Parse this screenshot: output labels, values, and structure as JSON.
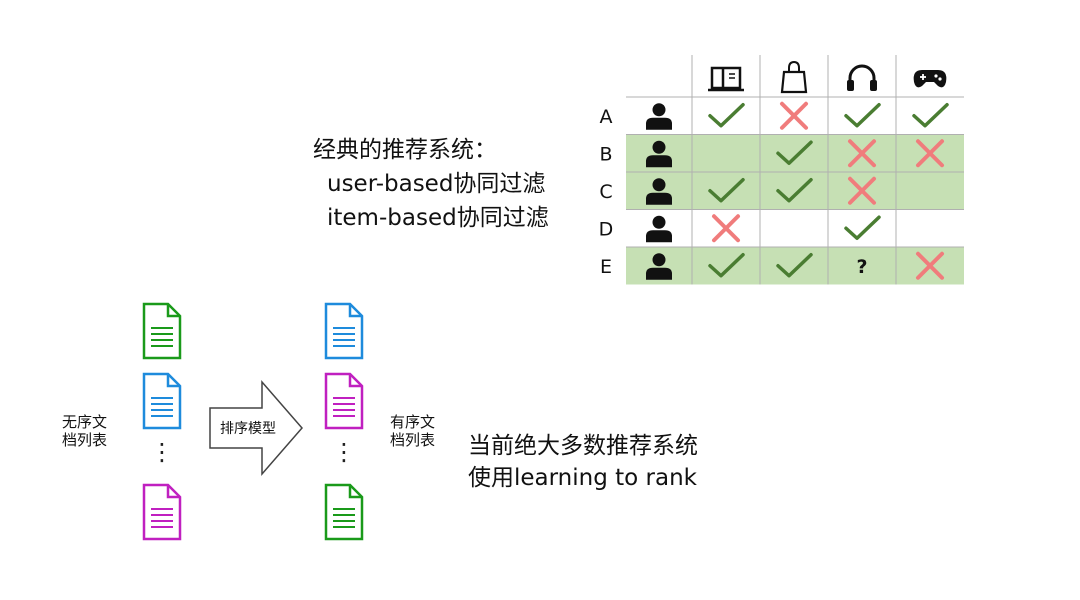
{
  "classic": {
    "title": "经典的推荐系统：",
    "line1": "user-based协同过滤",
    "line2": "item-based协同过滤"
  },
  "matrix": {
    "items": [
      {
        "icon": "book-icon"
      },
      {
        "icon": "shopping-bag-icon"
      },
      {
        "icon": "headphones-icon"
      },
      {
        "icon": "gamepad-icon"
      }
    ],
    "users": [
      {
        "label": "A",
        "highlight": false,
        "cells": [
          "check",
          "cross",
          "check",
          "check"
        ]
      },
      {
        "label": "B",
        "highlight": true,
        "cells": [
          "",
          "check",
          "cross",
          "cross"
        ]
      },
      {
        "label": "C",
        "highlight": true,
        "cells": [
          "check",
          "check",
          "cross",
          ""
        ]
      },
      {
        "label": "D",
        "highlight": false,
        "cells": [
          "cross",
          "",
          "check",
          ""
        ]
      },
      {
        "label": "E",
        "highlight": true,
        "cells": [
          "check",
          "check",
          "?",
          "cross"
        ]
      }
    ],
    "colors": {
      "check": "#4a7d32",
      "cross": "#f07c7c",
      "highlight": "#c6e0b4",
      "grid": "#b0b0b0"
    }
  },
  "ltr": {
    "unordered_label_1": "无序文",
    "unordered_label_2": "档列表",
    "model_label": "排序模型",
    "ordered_label_1": "有序文",
    "ordered_label_2": "档列表",
    "note_line1": "当前绝大多数推荐系统",
    "note_line2": "使用learning to rank",
    "ellipsis": "⋮",
    "colors": {
      "green": "#1a9a1a",
      "blue": "#1e8bdc",
      "magenta": "#c020c0"
    }
  }
}
